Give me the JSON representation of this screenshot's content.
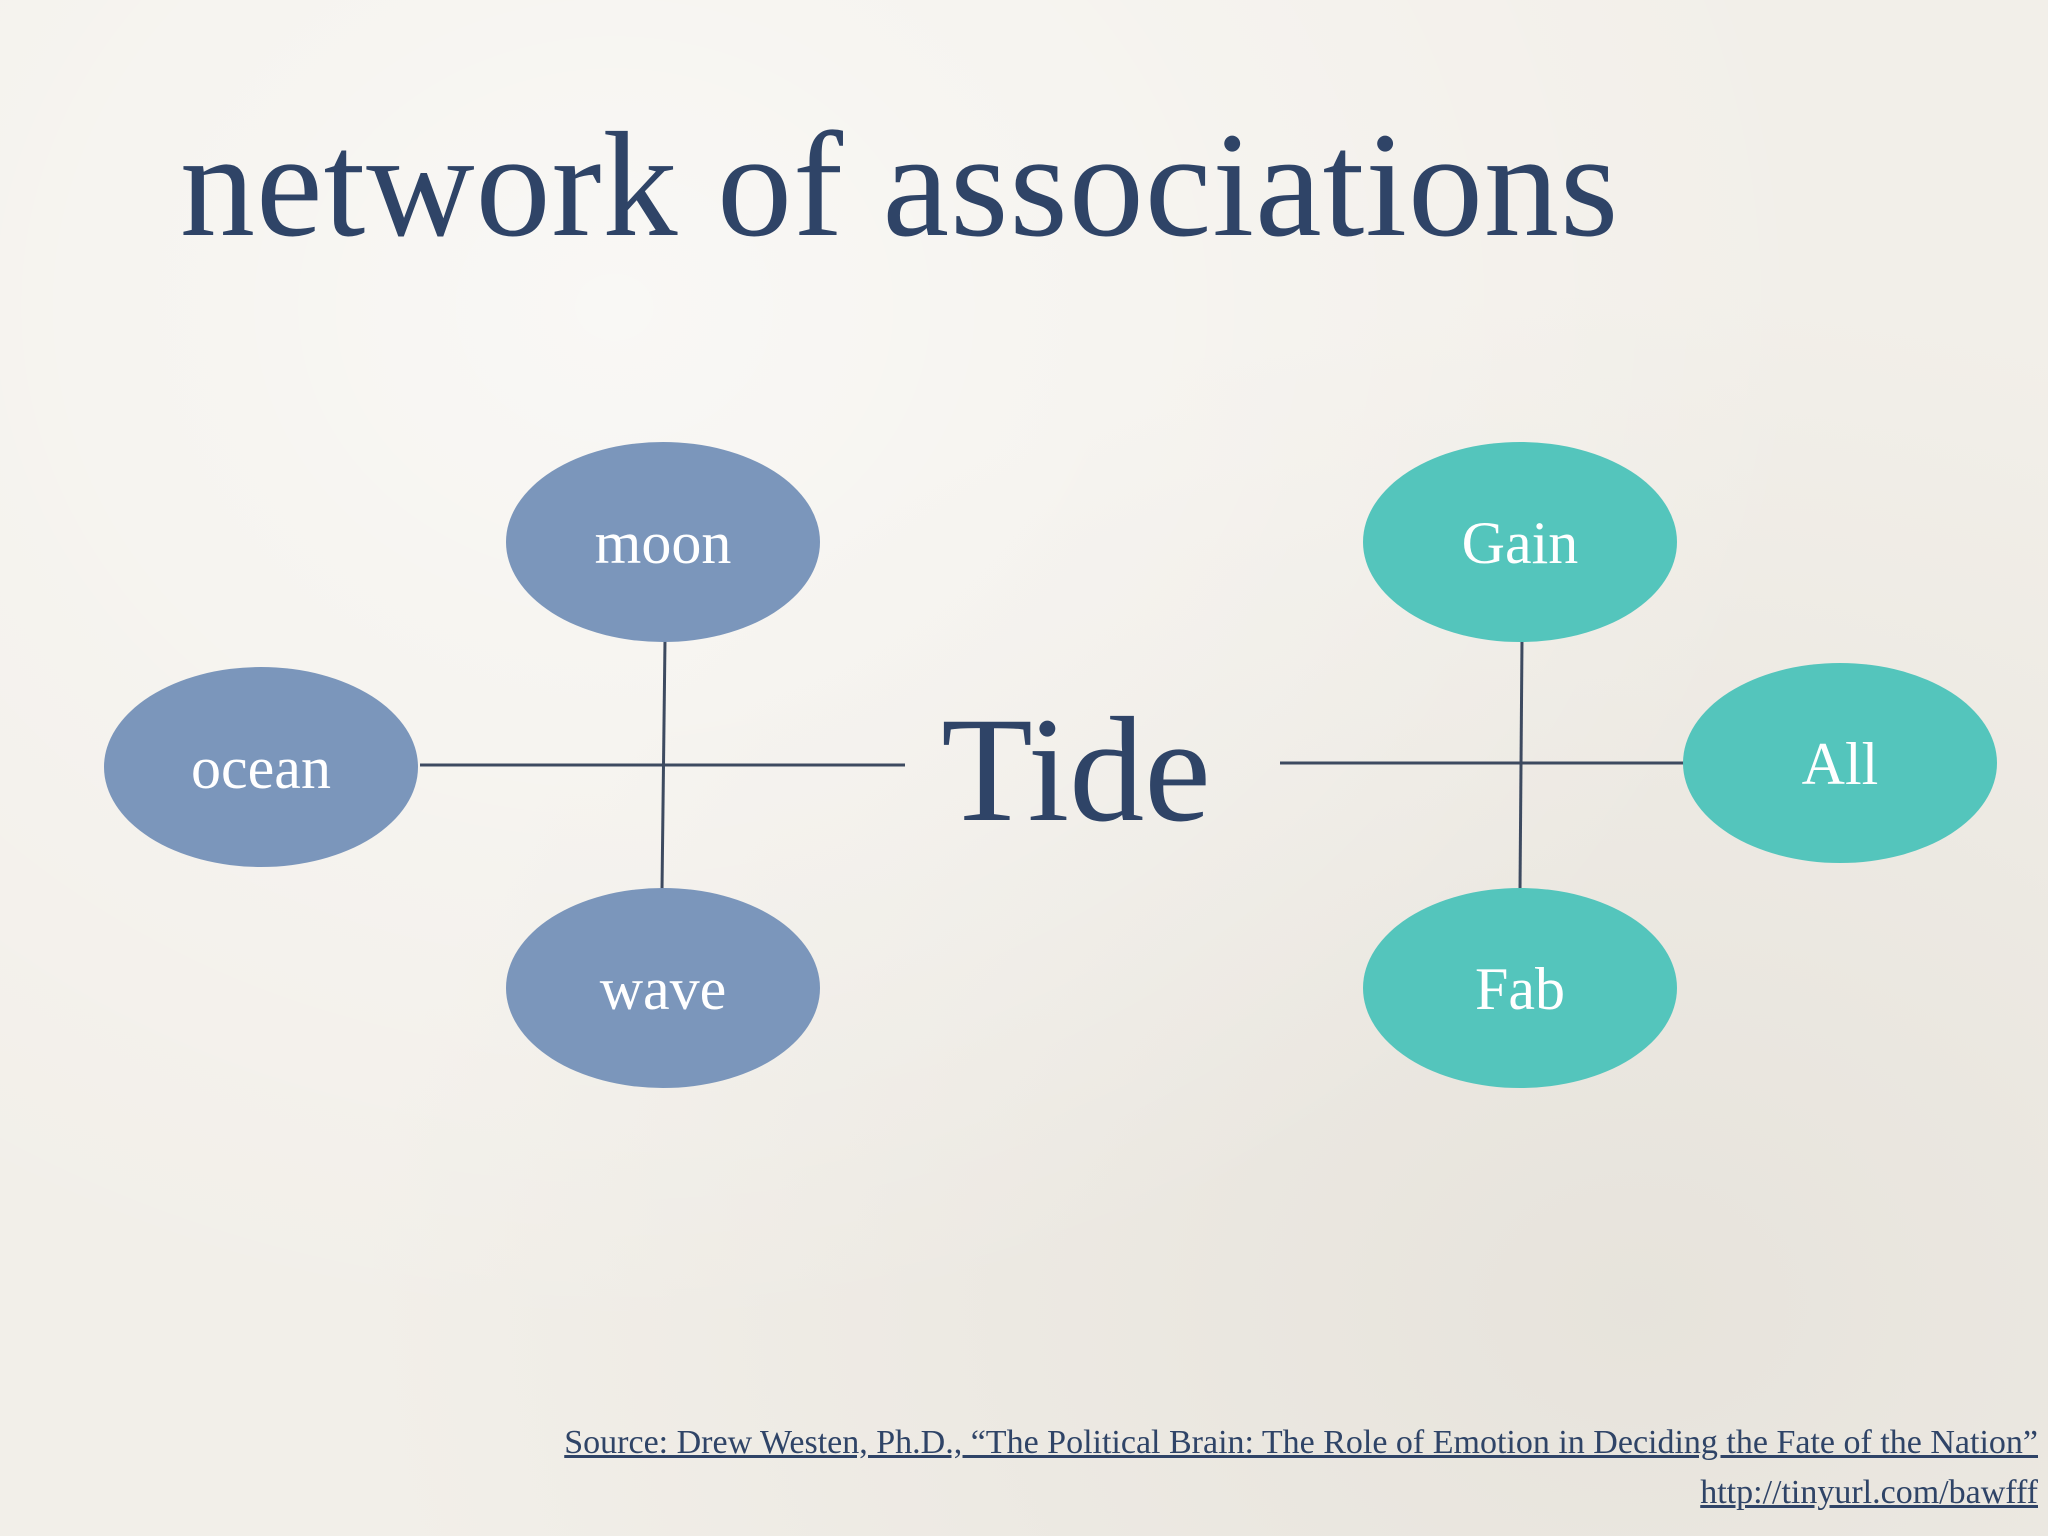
{
  "slide": {
    "title": "network of associations"
  },
  "diagram": {
    "center": "Tide",
    "left_nodes": {
      "top": "moon",
      "left": "ocean",
      "bottom": "wave",
      "color": "#7b96bb"
    },
    "right_nodes": {
      "top": "Gain",
      "right": "All",
      "bottom": "Fab",
      "color": "#54c5bc"
    },
    "line_color": "#3d4a60"
  },
  "footer": {
    "source": "Source: Drew Westen, Ph.D., “The Political Brain: The Role of Emotion in Deciding the Fate of the Nation”",
    "url": "http://tinyurl.com/bawfff"
  }
}
